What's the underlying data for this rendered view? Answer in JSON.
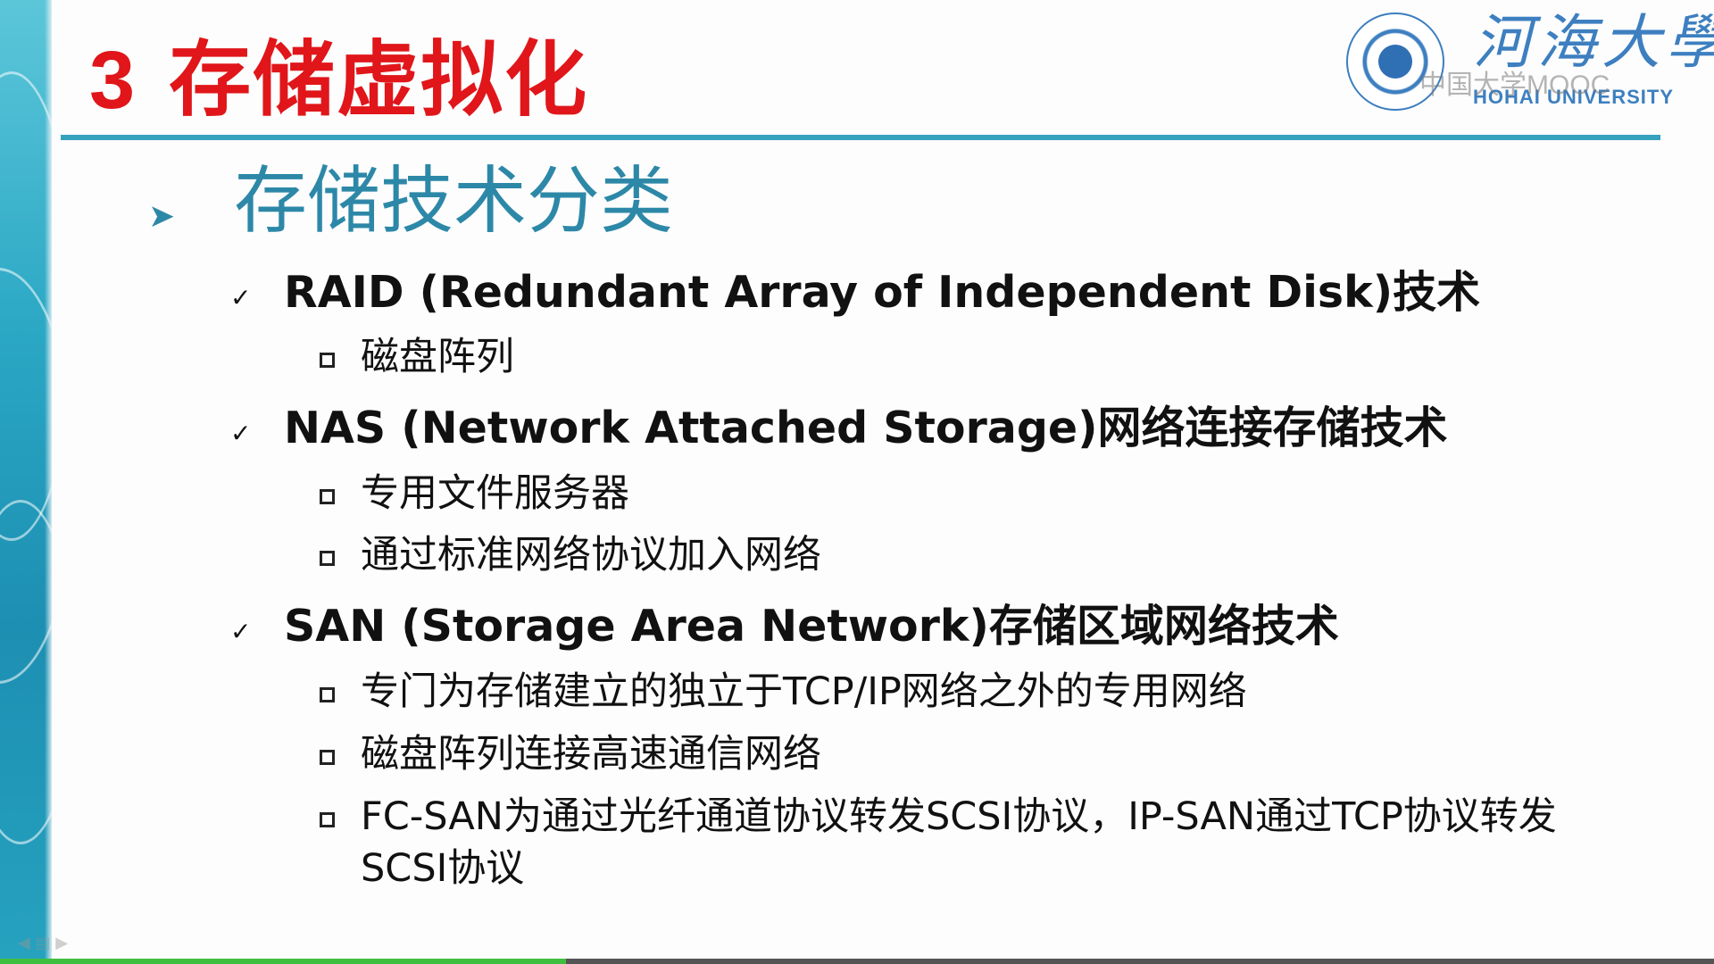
{
  "slide": {
    "title_number": "3",
    "title_text": "存储虚拟化",
    "logo": {
      "calligraphy": "河海大學",
      "english": "HOHAI UNIVERSITY",
      "watermark": "中国大学MOOC",
      "seal_icon": "university-seal-icon"
    },
    "section": {
      "bullet_icon": "arrowhead-bullet-icon",
      "title": "存储技术分类"
    },
    "items": [
      {
        "label": "RAID (Redundant Array of Independent Disk)技术",
        "subitems": [
          "磁盘阵列"
        ]
      },
      {
        "label": "NAS (Network Attached Storage)网络连接存储技术",
        "subitems": [
          "专用文件服务器",
          "通过标准网络协议加入网络"
        ]
      },
      {
        "label": "SAN (Storage Area Network)存储区域网络技术",
        "subitems": [
          "专门为存储建立的独立于TCP/IP网络之外的专用网络",
          "磁盘阵列连接高速通信网络",
          "FC-SAN为通过光纤通道协议转发SCSI协议，IP-SAN通过TCP协议转发SCSI协议"
        ]
      }
    ],
    "progress_fraction": 0.33
  },
  "colors": {
    "title_red": "#e0161a",
    "accent_teal": "#36a2bd",
    "section_blue": "#2d88a8",
    "logo_blue": "#3d7fc0"
  }
}
